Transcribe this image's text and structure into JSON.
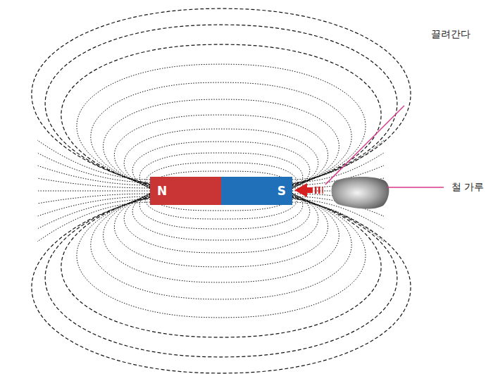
{
  "diagram": {
    "nodes": [
      {
        "text": [
          "N"
        ]
      },
      {
        "text": [
          "S"
        ]
      }
    ],
    "labels": [
      "끌려간다",
      "철 가루"
    ]
  }
}
